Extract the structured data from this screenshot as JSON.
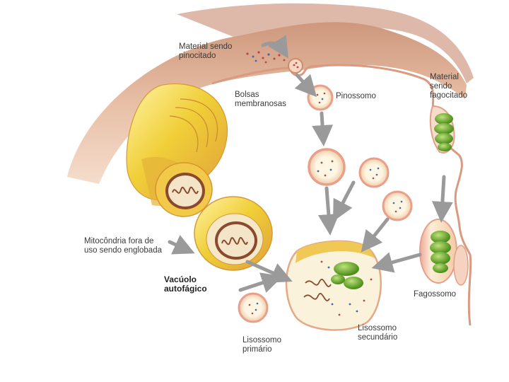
{
  "labels": {
    "material_pinocitado": [
      "Material sendo",
      "pinocitado"
    ],
    "bolsas": [
      "Bolsas",
      "membranosas"
    ],
    "pinossomo": "Pinossomo",
    "material_fagocitado": [
      "Material",
      "sendo",
      "fagocitado"
    ],
    "mitocondria": [
      "Mitocôndria fora de",
      "uso sendo englobada"
    ],
    "vacuolo": [
      "Vacúolo",
      "autofágico"
    ],
    "fagossomo": "Fagossomo",
    "lisossomo_secundario": [
      "Lisossomo",
      "secundário"
    ],
    "lisossomo_primario": [
      "Lisossomo",
      "primário"
    ]
  },
  "colors": {
    "membrane": "#e8b9a0",
    "membrane_dark": "#c98e74",
    "cytoplasm_band": "#d9a487",
    "golgi_yellow": "#f2d23c",
    "golgi_orange": "#e6a43a",
    "vesicle_fill": "#fbf3dc",
    "vesicle_rim": "#e8a08a",
    "phagocytosed_green": "#6fb22e",
    "arrow_gray": "#9a9a9a"
  },
  "icons": {
    "arrow": "gray-block-arrow",
    "vesicle": "lysosome-vesicle",
    "mitochondrion": "mitochondrion-cristae"
  }
}
